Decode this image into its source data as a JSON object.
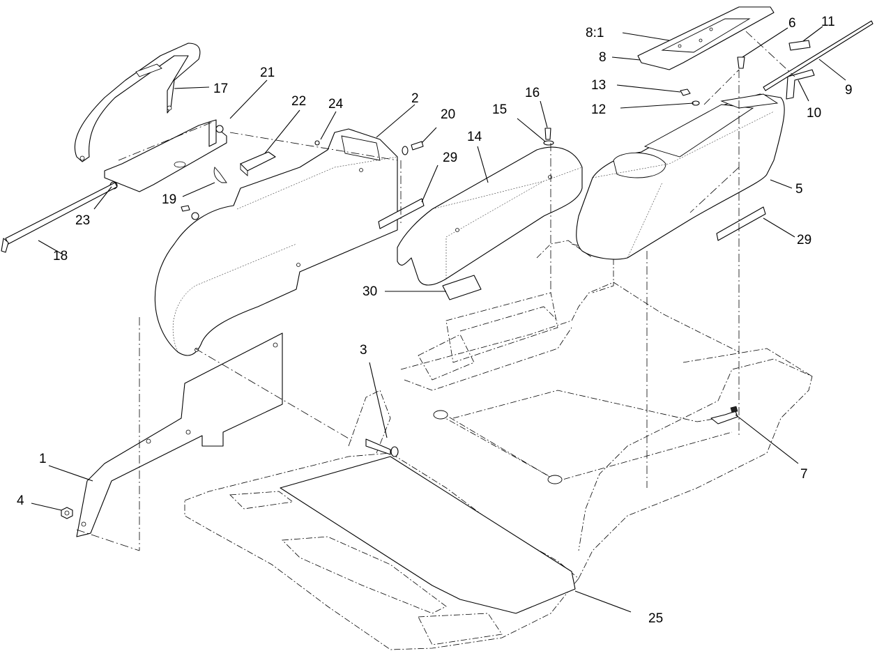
{
  "diagram": {
    "callouts": [
      {
        "id": "c1",
        "label": "1"
      },
      {
        "id": "c2",
        "label": "2"
      },
      {
        "id": "c3",
        "label": "3"
      },
      {
        "id": "c4",
        "label": "4"
      },
      {
        "id": "c5",
        "label": "5"
      },
      {
        "id": "c6",
        "label": "6"
      },
      {
        "id": "c7",
        "label": "7"
      },
      {
        "id": "c8",
        "label": "8"
      },
      {
        "id": "c81",
        "label": "8:1"
      },
      {
        "id": "c9",
        "label": "9"
      },
      {
        "id": "c10",
        "label": "10"
      },
      {
        "id": "c11",
        "label": "11"
      },
      {
        "id": "c12",
        "label": "12"
      },
      {
        "id": "c13",
        "label": "13"
      },
      {
        "id": "c14",
        "label": "14"
      },
      {
        "id": "c15",
        "label": "15"
      },
      {
        "id": "c16",
        "label": "16"
      },
      {
        "id": "c17",
        "label": "17"
      },
      {
        "id": "c18",
        "label": "18"
      },
      {
        "id": "c19",
        "label": "19"
      },
      {
        "id": "c20",
        "label": "20"
      },
      {
        "id": "c21",
        "label": "21"
      },
      {
        "id": "c22",
        "label": "22"
      },
      {
        "id": "c23",
        "label": "23"
      },
      {
        "id": "c24",
        "label": "24"
      },
      {
        "id": "c25",
        "label": "25"
      },
      {
        "id": "c29a",
        "label": "29"
      },
      {
        "id": "c29b",
        "label": "29"
      },
      {
        "id": "c30",
        "label": "30"
      }
    ]
  }
}
